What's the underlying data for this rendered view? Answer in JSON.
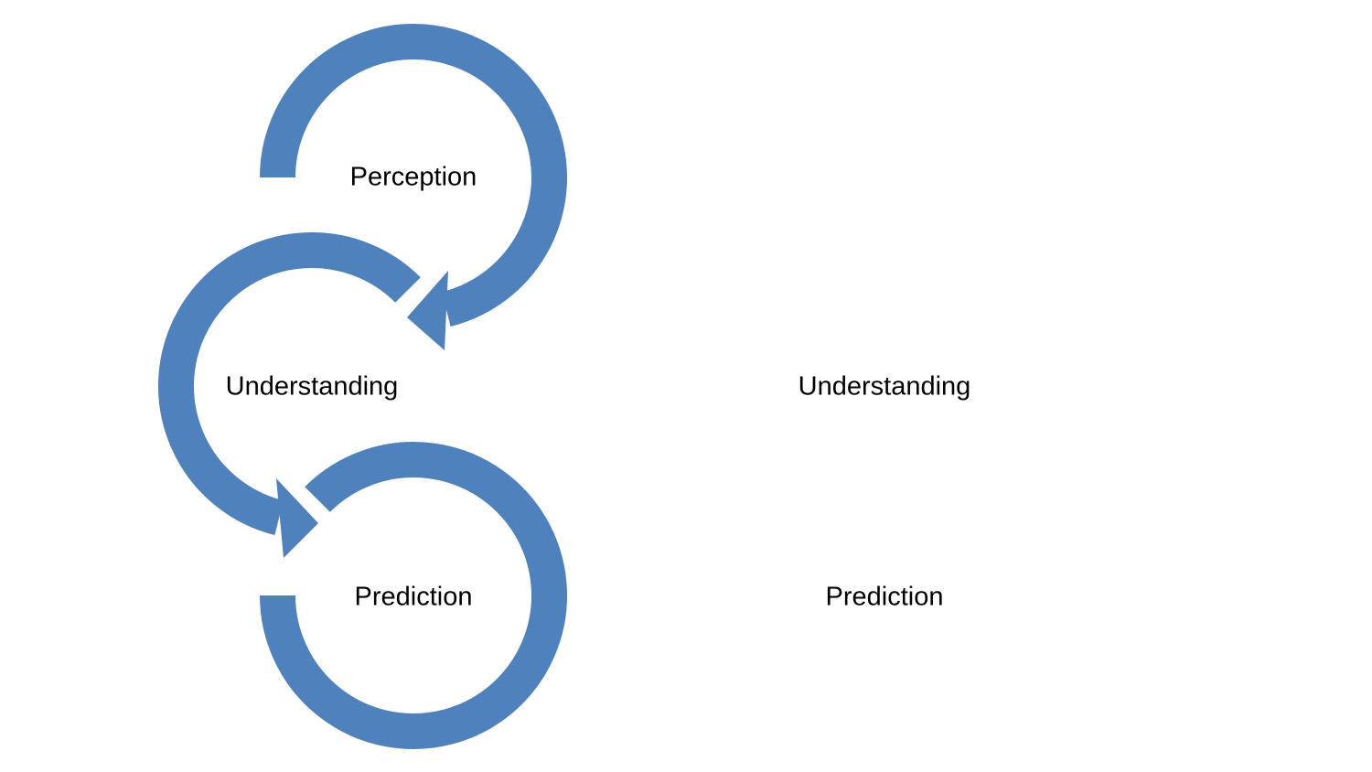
{
  "colors": {
    "arrow": "#4F81BD",
    "text": "#000000"
  },
  "cycle": {
    "labels": [
      "Perception",
      "Understanding",
      "Prediction"
    ]
  },
  "side_labels": [
    "Understanding",
    "Prediction"
  ]
}
